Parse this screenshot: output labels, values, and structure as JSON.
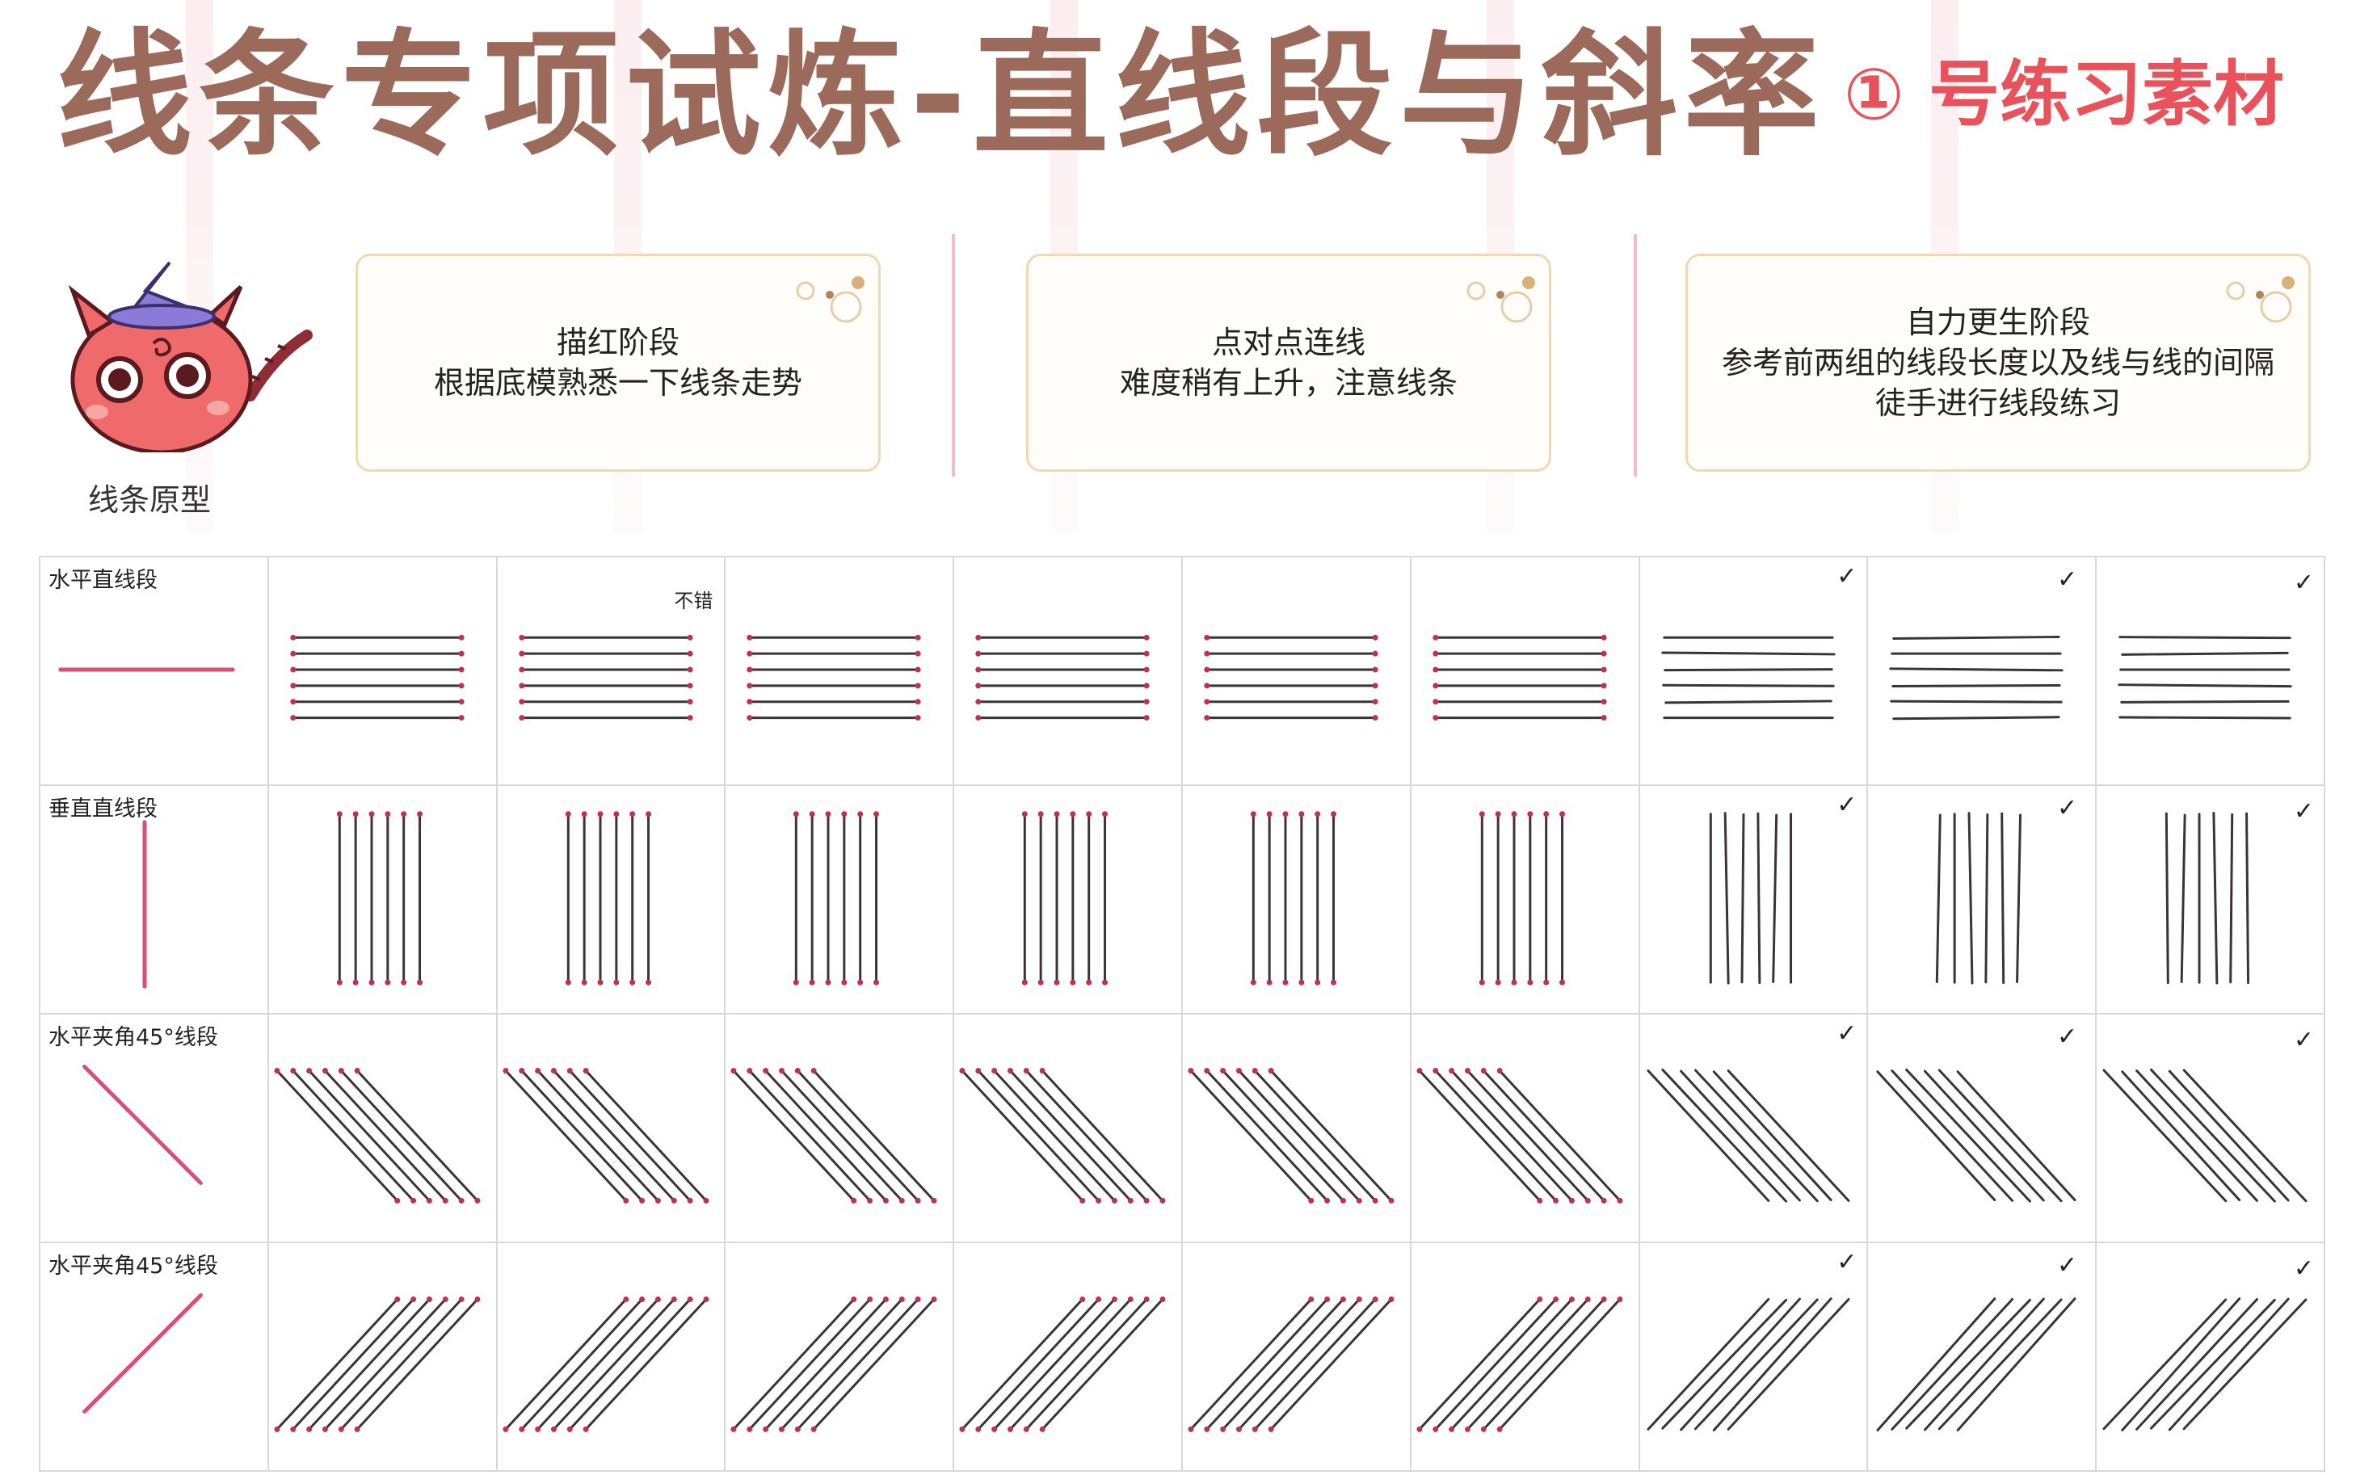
{
  "header": {
    "title": "线条专项试炼-直线段与斜率",
    "subtitle": "① 号练习素材"
  },
  "colors": {
    "title": "#9b6a5a",
    "subtitle": "#e8535b",
    "prototype_line": "#d94f78",
    "trace_line": "#3b3434",
    "endpoint": "#c0304f",
    "card_border": "#f1d9b3"
  },
  "mascot": {
    "label": "线条原型",
    "icon": "red-devil-slime-witch-hat"
  },
  "stages": [
    {
      "title": "描红阶段",
      "desc": "根据底模熟悉一下线条走势"
    },
    {
      "title": "点对点连线",
      "desc": "难度稍有上升，注意线条"
    },
    {
      "title": "自力更生阶段",
      "desc": "参考前两组的线段长度以及线与线的间隔",
      "desc2": "徒手进行线段练习"
    }
  ],
  "grid": {
    "rows": [
      {
        "label": "水平直线段",
        "kind": "horizontal"
      },
      {
        "label": "垂直直线段",
        "kind": "vertical"
      },
      {
        "label": "水平夹角45°线段",
        "kind": "diag-down"
      },
      {
        "label": "水平夹角45°线段",
        "kind": "diag-up"
      }
    ],
    "columns_per_row": 9,
    "lines_per_cell": 6,
    "check_mark": "✓",
    "note_text": "不错"
  }
}
